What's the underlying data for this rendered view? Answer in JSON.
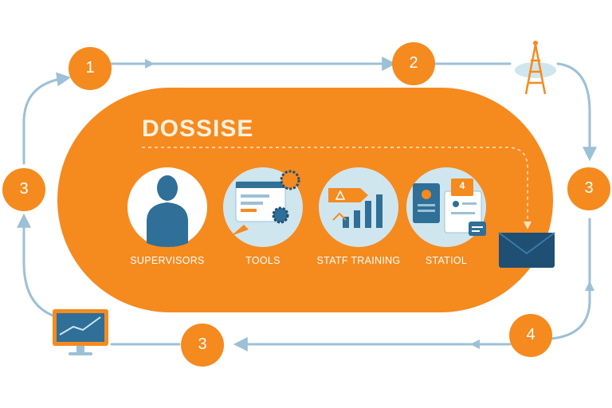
{
  "title": "DOSSISE",
  "stages": [
    {
      "label": "SUPERVISORS",
      "icon": "person-silhouette-icon"
    },
    {
      "label": "TOOLS",
      "icon": "browser-gear-icon"
    },
    {
      "label": "STATF TRAINING",
      "icon": "bar-chart-icon"
    },
    {
      "label": "STATIOL",
      "icon": "documents-icon"
    }
  ],
  "steps": [
    {
      "id": "top-left",
      "label": "1"
    },
    {
      "id": "top-right",
      "label": "2"
    },
    {
      "id": "left",
      "label": "3"
    },
    {
      "id": "right",
      "label": "3"
    },
    {
      "id": "bottom-left",
      "label": "3"
    },
    {
      "id": "bottom-right",
      "label": "4"
    }
  ],
  "doc_badge": "4",
  "colors": {
    "orange": "#f58a1f",
    "loop": "#9cc0d6",
    "blue": "#2f6f98",
    "light": "#cfe6ee",
    "white": "#ffffff"
  }
}
